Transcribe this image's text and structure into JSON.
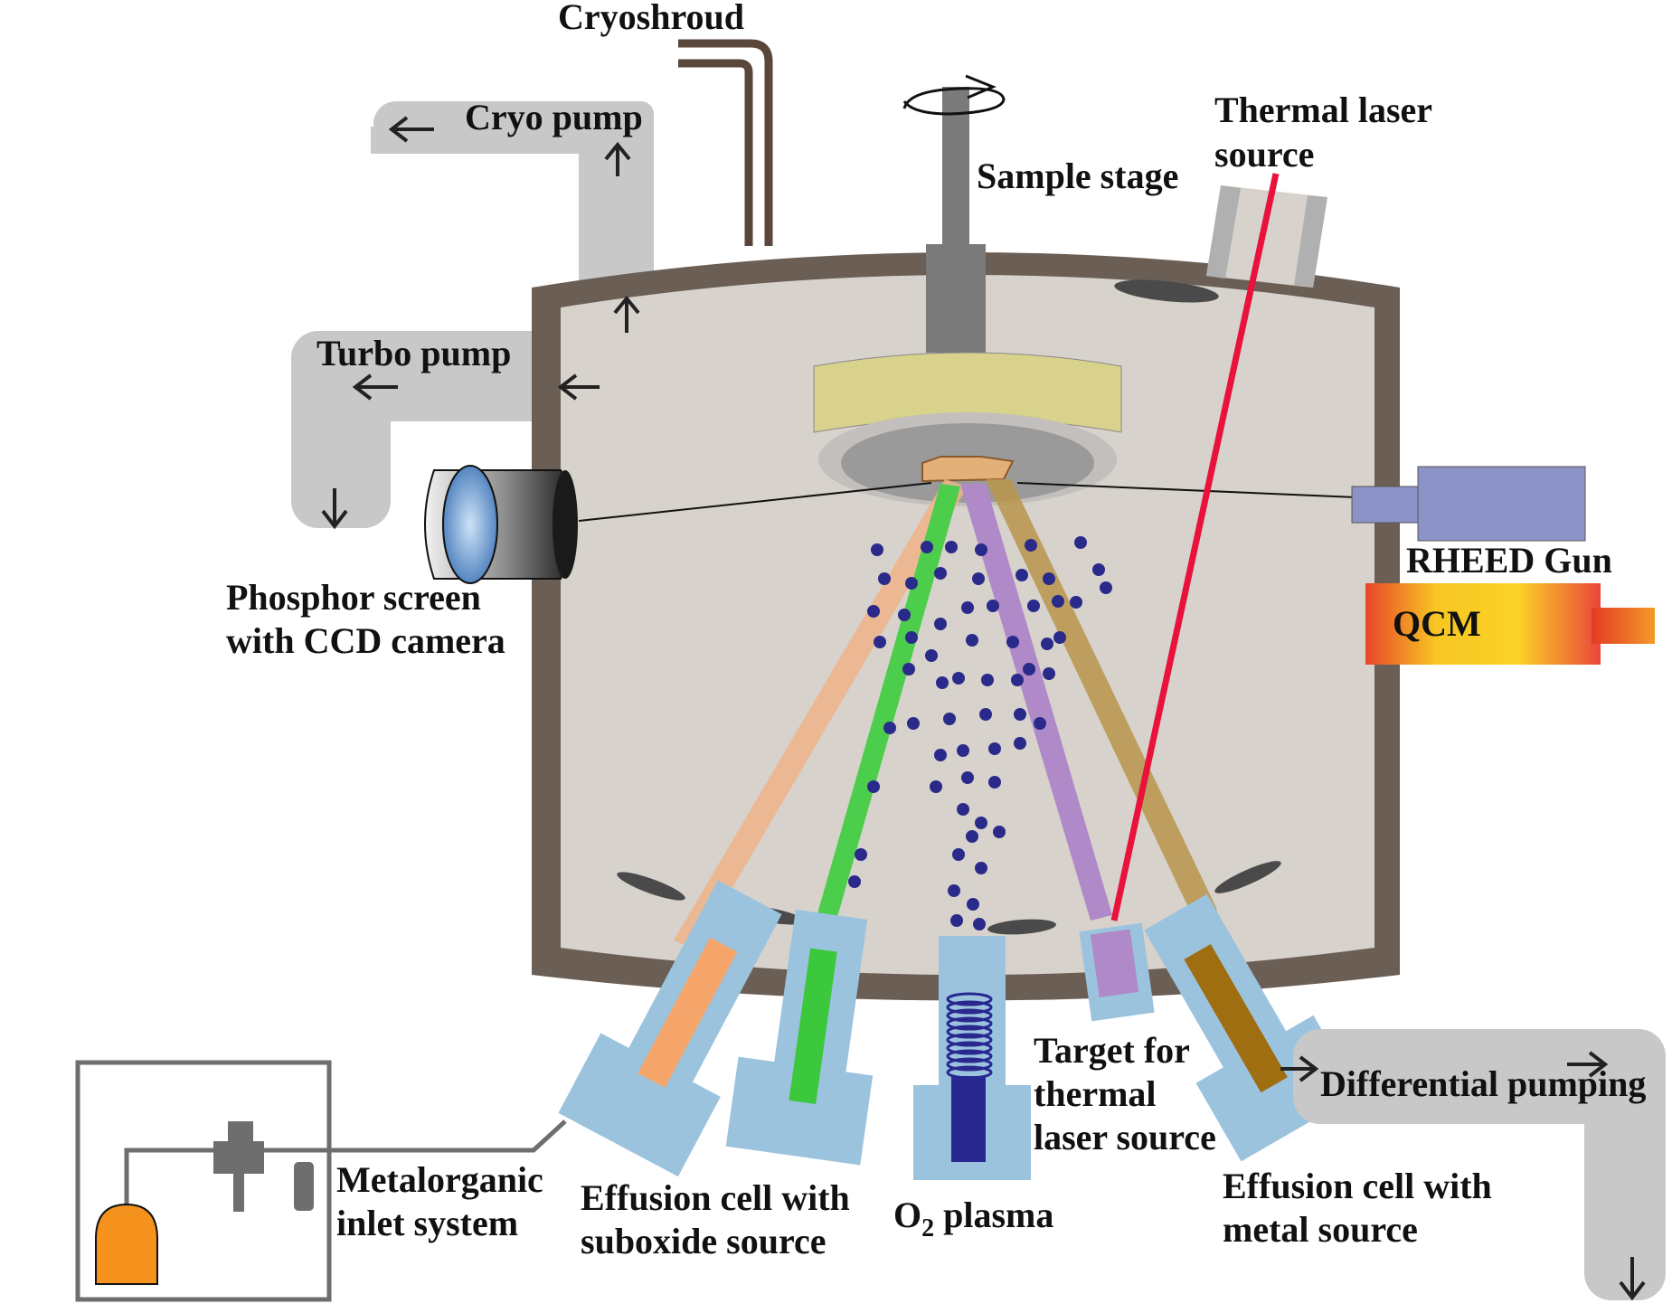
{
  "labels": {
    "cryoshroud": "Cryoshroud",
    "cryo_pump": "Cryo pump",
    "turbo_pump": "Turbo pump",
    "sample_stage": "Sample stage",
    "thermal_laser_line1": "Thermal laser",
    "thermal_laser_line2": "source",
    "phosphor_line1": "Phosphor screen",
    "phosphor_line2": "with CCD camera",
    "rheed_gun": "RHEED Gun",
    "qcm": "QCM",
    "target_line1": "Target for",
    "target_line2": "thermal",
    "target_line3": "laser source",
    "differential_pumping": "Differential pumping",
    "metalorganic_line1": "Metalorganic",
    "metalorganic_line2": "inlet system",
    "effusion_sub_line1": "Effusion cell with",
    "effusion_sub_line2": "suboxide source",
    "o2_plasma_o": "O",
    "o2_plasma_sub": "2",
    "o2_plasma_rest": " plasma",
    "effusion_metal_line1": "Effusion cell with",
    "effusion_metal_line2": "metal source"
  },
  "colors": {
    "chamber_wall": "#6b5f55",
    "chamber_interior": "#d7d2cc",
    "pipe_gray": "#c8c8c8",
    "cryoshroud_brown": "#5b463c",
    "laser_red": "#e8123a",
    "suboxide_beam": "#f0b48a",
    "green_beam": "#4ccd4c",
    "purple_beam": "#b089c8",
    "metal_beam": "#b8954a",
    "plasma_dots": "#2a2a8a",
    "cell_blue": "#9cc3de",
    "rheed_body": "#8c93c7",
    "qcm_orange": "#f5a03a",
    "sample_holder_yellow": "#d8d28c",
    "sample_orange": "#e4b07a",
    "bottle_orange": "#f5921e"
  }
}
